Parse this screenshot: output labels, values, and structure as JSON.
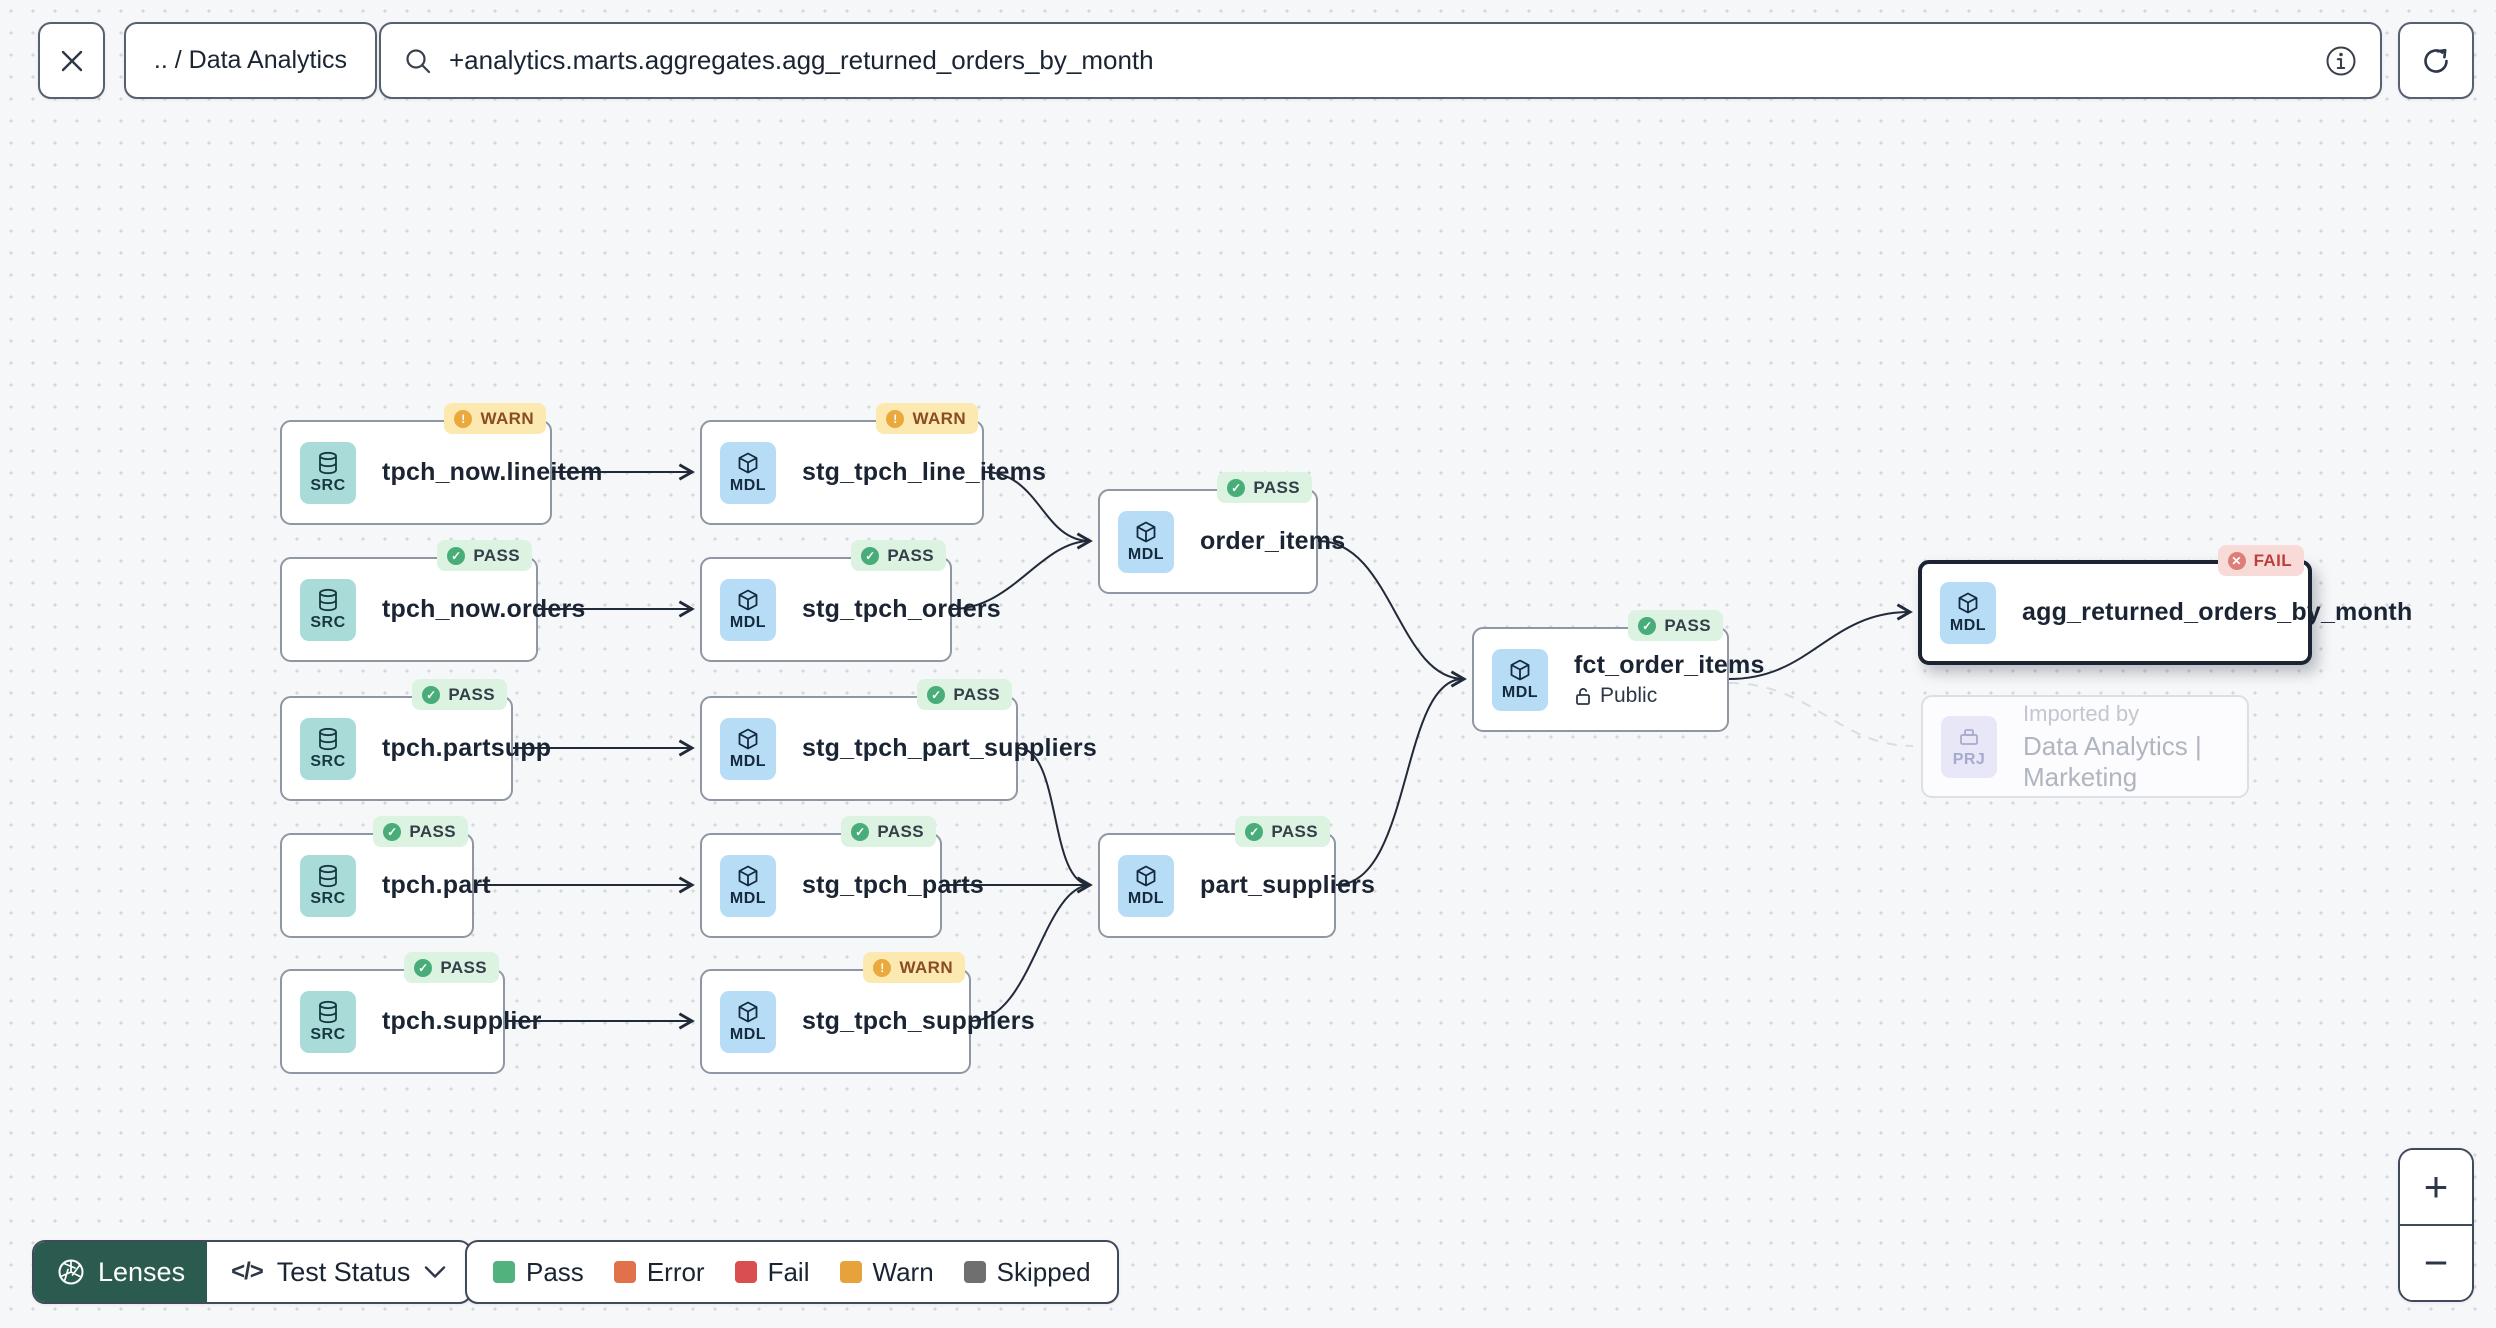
{
  "toolbar": {
    "breadcrumb": ".. / Data Analytics",
    "search_value": "+analytics.marts.aggregates.agg_returned_orders_by_month"
  },
  "canvas": {
    "nodes": [
      {
        "kind": "SRC",
        "name": "tpch_now.lineitem",
        "status": "WARN",
        "status_glyph": "!"
      },
      {
        "kind": "SRC",
        "name": "tpch_now.orders",
        "status": "PASS",
        "status_glyph": "✓"
      },
      {
        "kind": "SRC",
        "name": "tpch.partsupp",
        "status": "PASS",
        "status_glyph": "✓"
      },
      {
        "kind": "SRC",
        "name": "tpch.part",
        "status": "PASS",
        "status_glyph": "✓"
      },
      {
        "kind": "SRC",
        "name": "tpch.supplier",
        "status": "PASS",
        "status_glyph": "✓"
      },
      {
        "kind": "MDL",
        "name": "stg_tpch_line_items",
        "status": "WARN",
        "status_glyph": "!"
      },
      {
        "kind": "MDL",
        "name": "stg_tpch_orders",
        "status": "PASS",
        "status_glyph": "✓"
      },
      {
        "kind": "MDL",
        "name": "stg_tpch_part_suppliers",
        "status": "PASS",
        "status_glyph": "✓"
      },
      {
        "kind": "MDL",
        "name": "stg_tpch_parts",
        "status": "PASS",
        "status_glyph": "✓"
      },
      {
        "kind": "MDL",
        "name": "stg_tpch_suppliers",
        "status": "WARN",
        "status_glyph": "!"
      },
      {
        "kind": "MDL",
        "name": "order_items",
        "status": "PASS",
        "status_glyph": "✓"
      },
      {
        "kind": "MDL",
        "name": "part_suppliers",
        "status": "PASS",
        "status_glyph": "✓"
      },
      {
        "kind": "MDL",
        "name": "fct_order_items",
        "status": "PASS",
        "status_glyph": "✓",
        "access": "Public"
      },
      {
        "kind": "MDL",
        "name": "agg_returned_orders_by_month",
        "status": "FAIL",
        "status_glyph": "✕"
      },
      {
        "kind": "PRJ",
        "line1": "Imported by",
        "line2": "Data Analytics | Marketing"
      }
    ]
  },
  "footer": {
    "lenses_label": "Lenses",
    "lens_selector_icon": "</>",
    "lens_selector_label": "Test Status",
    "legend": [
      {
        "label": "Pass",
        "color": "#51b27e"
      },
      {
        "label": "Error",
        "color": "#e0714a"
      },
      {
        "label": "Fail",
        "color": "#d94f4f"
      },
      {
        "label": "Warn",
        "color": "#e6a33b"
      },
      {
        "label": "Skipped",
        "color": "#6f6f6f"
      }
    ]
  },
  "zoom_controls": {
    "zoom_in": "+",
    "zoom_out": "−"
  }
}
